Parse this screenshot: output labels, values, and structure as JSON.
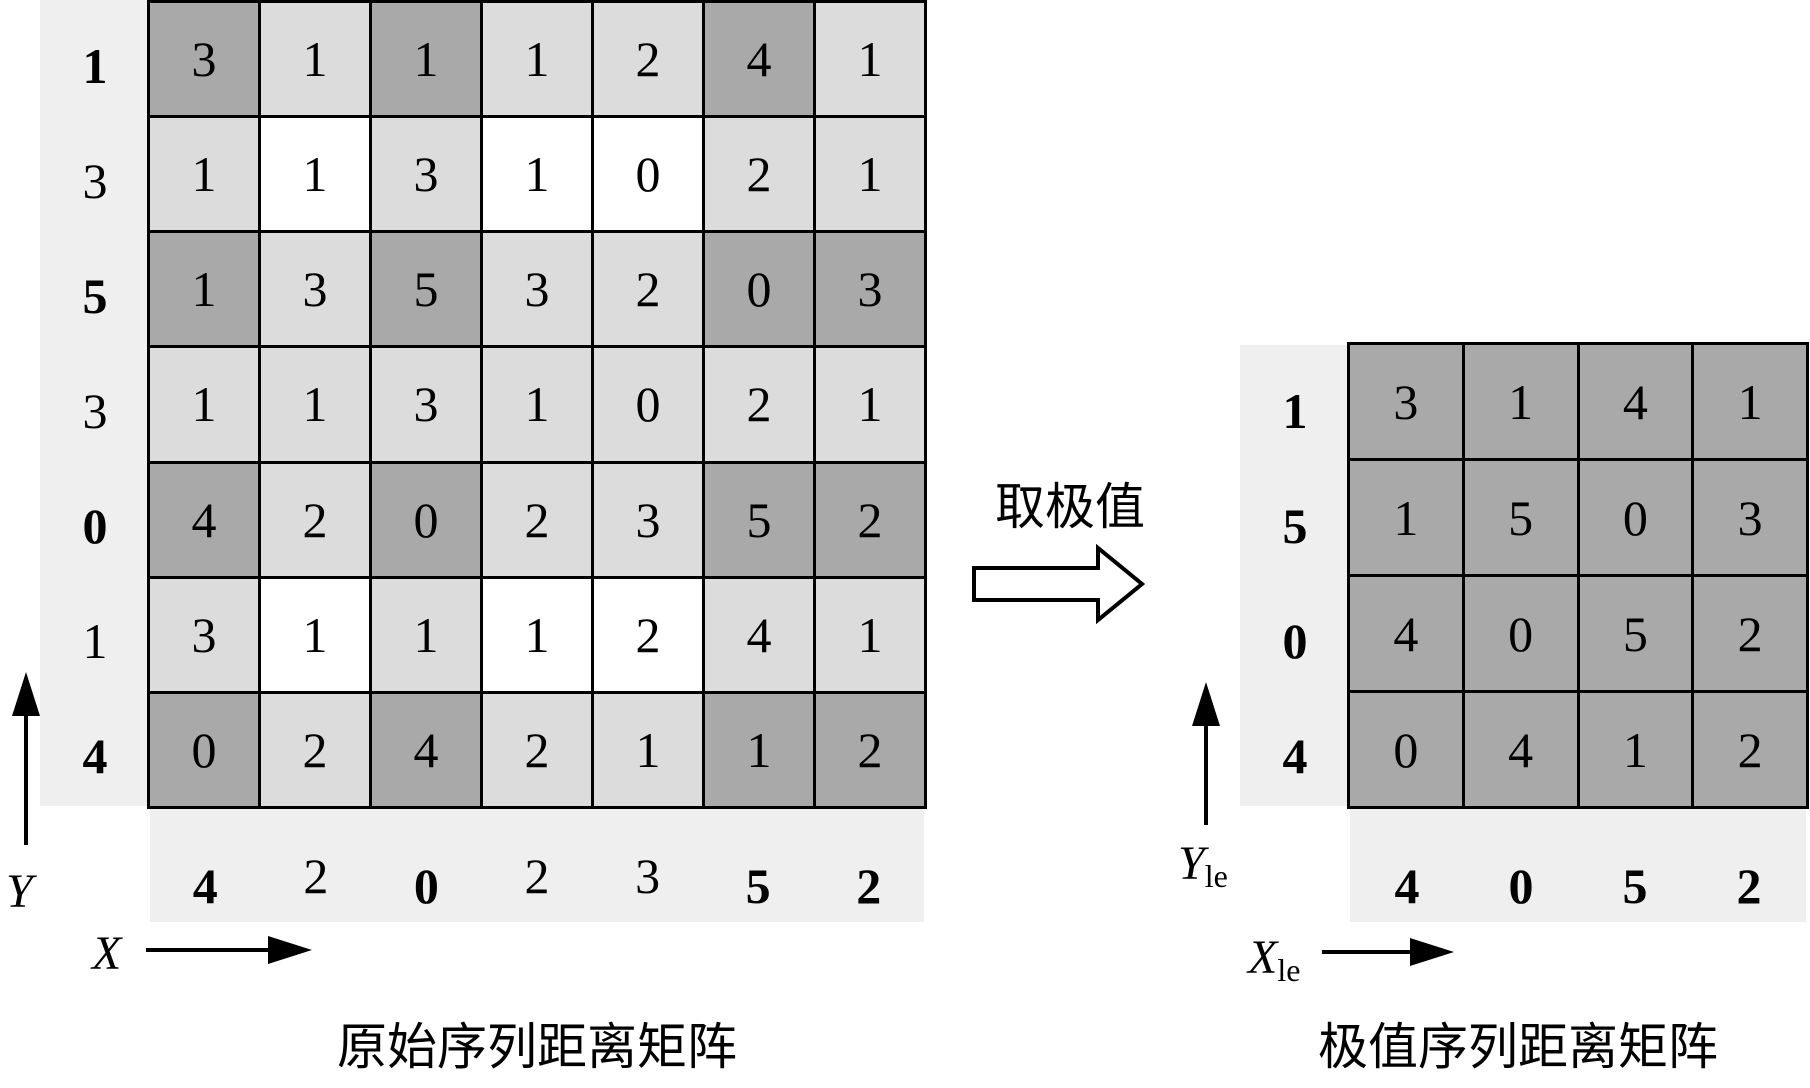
{
  "original": {
    "caption": "原始序列距离矩阵",
    "x_axis_name": "X",
    "y_axis_name": "Y",
    "x_values": [
      {
        "v": "4",
        "extreme": true
      },
      {
        "v": "2",
        "extreme": false
      },
      {
        "v": "0",
        "extreme": true
      },
      {
        "v": "2",
        "extreme": false
      },
      {
        "v": "3",
        "extreme": false
      },
      {
        "v": "5",
        "extreme": true
      },
      {
        "v": "2",
        "extreme": true
      }
    ],
    "y_values_top_to_bottom": [
      {
        "v": "1",
        "extreme": true
      },
      {
        "v": "3",
        "extreme": false
      },
      {
        "v": "5",
        "extreme": true
      },
      {
        "v": "3",
        "extreme": false
      },
      {
        "v": "0",
        "extreme": true
      },
      {
        "v": "1",
        "extreme": false
      },
      {
        "v": "4",
        "extreme": true
      }
    ],
    "cells": [
      [
        "3",
        "1",
        "1",
        "1",
        "2",
        "4",
        "1"
      ],
      [
        "1",
        "1",
        "3",
        "1",
        "0",
        "2",
        "1"
      ],
      [
        "1",
        "3",
        "5",
        "3",
        "2",
        "0",
        "3"
      ],
      [
        "1",
        "1",
        "3",
        "1",
        "0",
        "2",
        "1"
      ],
      [
        "4",
        "2",
        "0",
        "2",
        "3",
        "5",
        "2"
      ],
      [
        "3",
        "1",
        "1",
        "1",
        "2",
        "4",
        "1"
      ],
      [
        "0",
        "2",
        "4",
        "2",
        "1",
        "1",
        "2"
      ]
    ],
    "shades": [
      [
        "d",
        "l",
        "d",
        "l",
        "l",
        "d",
        "l"
      ],
      [
        "l",
        "w",
        "l",
        "w",
        "w",
        "l",
        "l"
      ],
      [
        "d",
        "l",
        "d",
        "l",
        "l",
        "d",
        "d"
      ],
      [
        "l",
        "l",
        "l",
        "l",
        "l",
        "l",
        "l"
      ],
      [
        "d",
        "l",
        "d",
        "l",
        "l",
        "d",
        "d"
      ],
      [
        "l",
        "w",
        "l",
        "w",
        "w",
        "l",
        "l"
      ],
      [
        "d",
        "l",
        "d",
        "l",
        "l",
        "d",
        "d"
      ]
    ]
  },
  "operation": {
    "label": "取极值"
  },
  "extreme": {
    "caption": "极值序列距离矩阵",
    "x_axis_name": "X",
    "x_axis_sub": "le",
    "y_axis_name": "Y",
    "y_axis_sub": "le",
    "x_values": [
      {
        "v": "4",
        "extreme": true
      },
      {
        "v": "0",
        "extreme": true
      },
      {
        "v": "5",
        "extreme": true
      },
      {
        "v": "2",
        "extreme": true
      }
    ],
    "y_values_top_to_bottom": [
      {
        "v": "1",
        "extreme": true
      },
      {
        "v": "5",
        "extreme": true
      },
      {
        "v": "0",
        "extreme": true
      },
      {
        "v": "4",
        "extreme": true
      }
    ],
    "cells": [
      [
        "3",
        "1",
        "4",
        "1"
      ],
      [
        "1",
        "5",
        "0",
        "3"
      ],
      [
        "4",
        "0",
        "5",
        "2"
      ],
      [
        "0",
        "4",
        "1",
        "2"
      ]
    ],
    "shades": [
      [
        "d",
        "d",
        "d",
        "d"
      ],
      [
        "d",
        "d",
        "d",
        "d"
      ],
      [
        "d",
        "d",
        "d",
        "d"
      ],
      [
        "d",
        "d",
        "d",
        "d"
      ]
    ]
  }
}
